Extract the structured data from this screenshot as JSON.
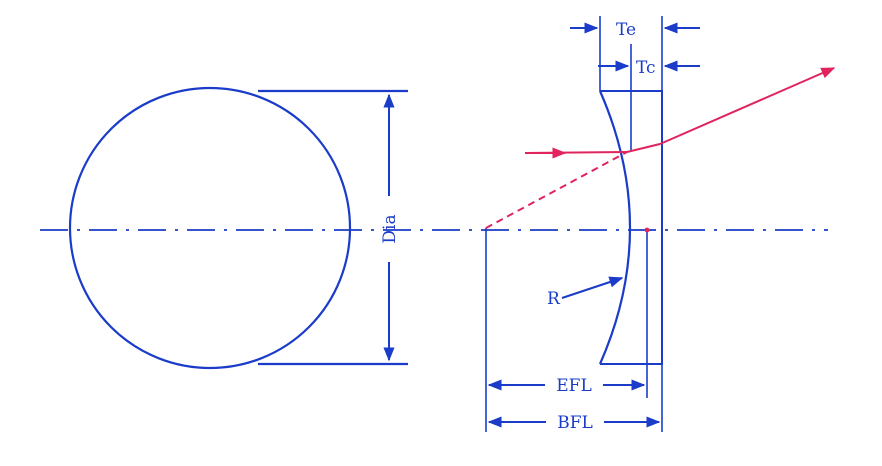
{
  "labels": {
    "te": "Te",
    "tc": "Tc",
    "dia": "Dia",
    "radius": "R",
    "efl": "EFL",
    "bfl": "BFL"
  },
  "colors": {
    "line": "#1a3cc8",
    "ray": "#e0245e"
  }
}
